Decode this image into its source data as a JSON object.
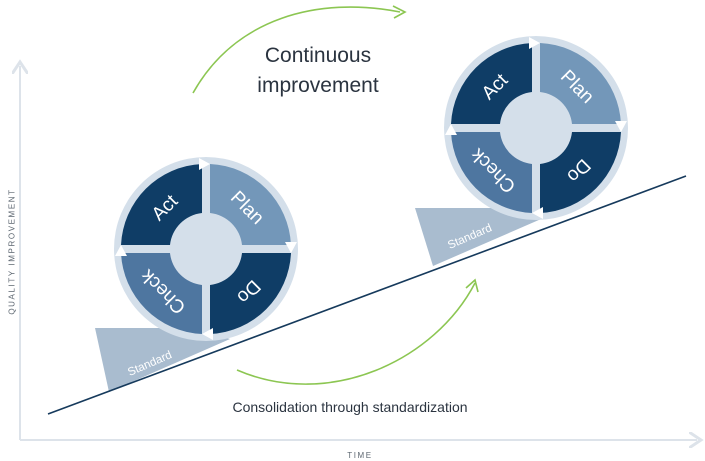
{
  "axes": {
    "y_label": "QUALITY IMPROVEMENT",
    "x_label": "TIME"
  },
  "annotations": {
    "continuous_line1": "Continuous",
    "continuous_line2": "improvement",
    "consolidation": "Consolidation through standardization"
  },
  "wheels": [
    {
      "id": "lower",
      "segments": {
        "act": "Act",
        "plan": "Plan",
        "do": "Do",
        "check": "Check"
      },
      "wedge_label": "Standard"
    },
    {
      "id": "upper",
      "segments": {
        "act": "Act",
        "plan": "Plan",
        "do": "Do",
        "check": "Check"
      },
      "wedge_label": "Standard"
    }
  ],
  "colors": {
    "dark_navy": "#0f3d66",
    "steel_blue": "#7397b9",
    "mid_blue": "#4e76a0",
    "ring": "#d4dfea",
    "slope_line": "#163a5c",
    "wedge": "#a9bccf",
    "green_arrow": "#8cc652",
    "axis": "#dde3ea"
  }
}
